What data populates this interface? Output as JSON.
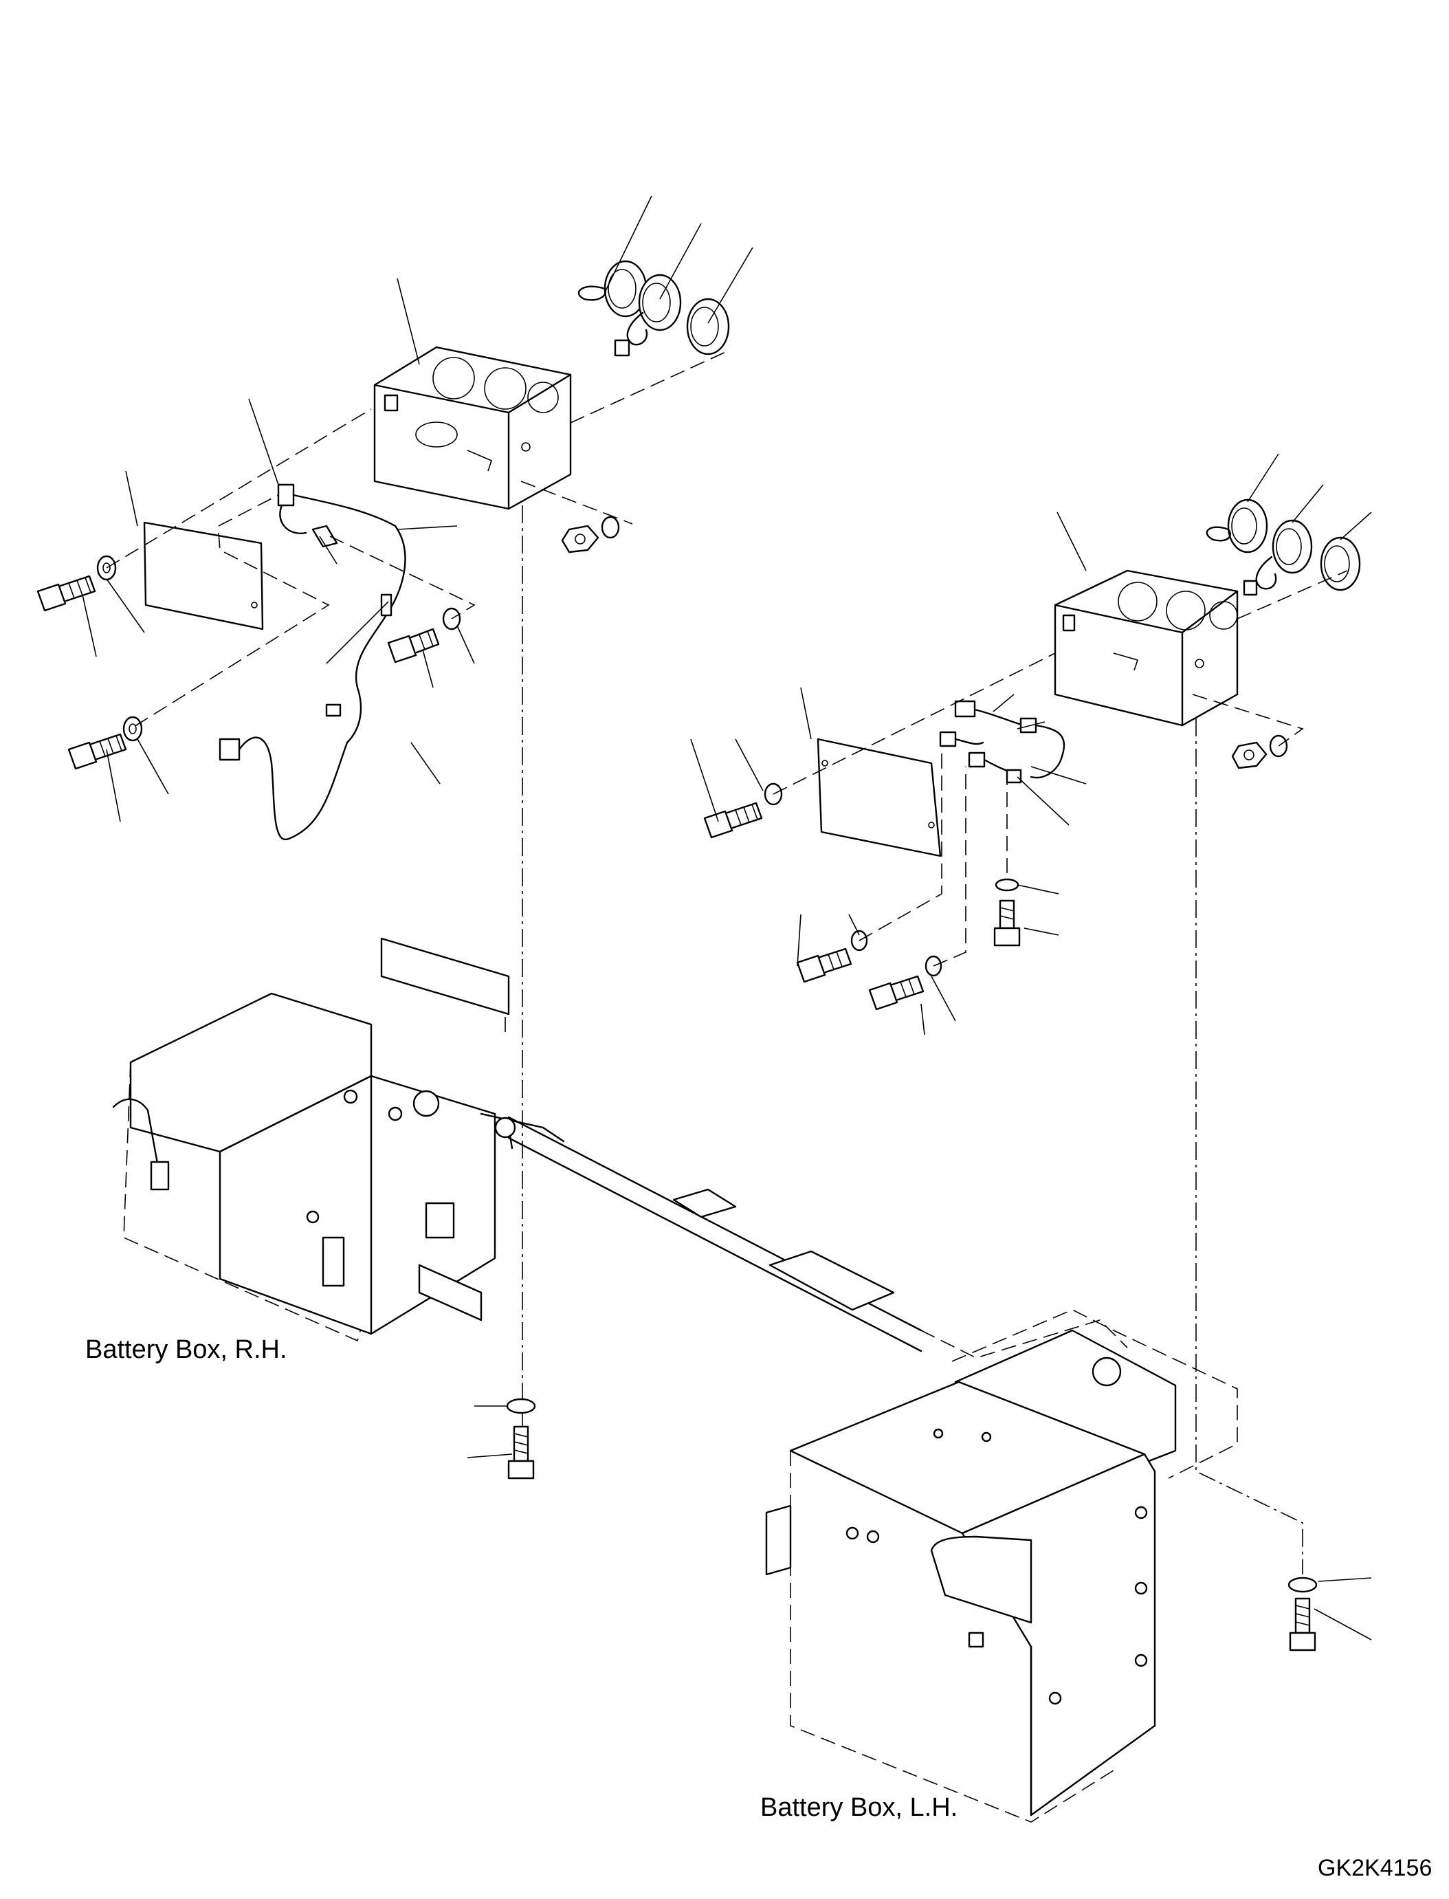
{
  "labels": {
    "battery_box_rh": "Battery Box, R.H.",
    "battery_box_lh": "Battery Box, L.H.",
    "drawing_code": "GK2K4156"
  }
}
